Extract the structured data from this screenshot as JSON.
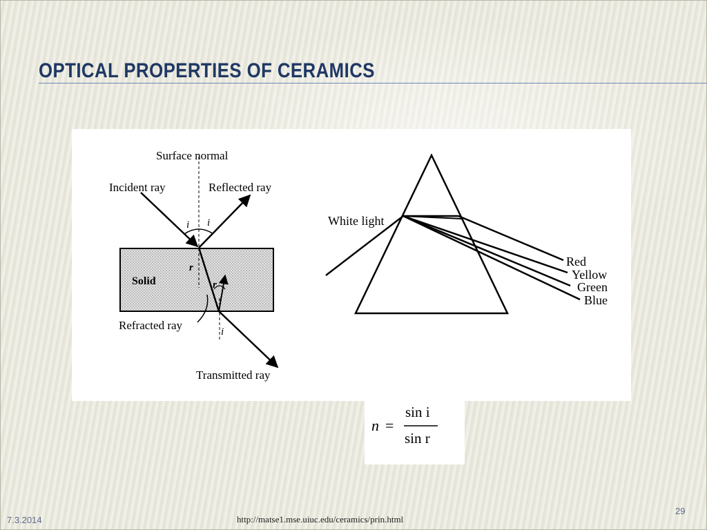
{
  "slide": {
    "title": "Optical Properties of Ceramics",
    "footer_date": "7.3.2014",
    "footer_url": "http://matse1.mse.uiuc.edu/ceramics/prin.html",
    "slide_number": "29"
  },
  "refraction_diagram": {
    "surface_normal": "Surface normal",
    "incident_ray": "Incident ray",
    "reflected_ray": "Reflected ray",
    "solid": "Solid",
    "refracted_ray": "Refracted ray",
    "transmitted_ray": "Transmitted ray",
    "angle_i": "i",
    "angle_r": "r"
  },
  "prism_diagram": {
    "white_light": "White light",
    "spectrum": [
      "Red",
      "Yellow",
      "Green",
      "Blue"
    ]
  },
  "equation": {
    "n": "n",
    "equals": "=",
    "numerator": "sin i",
    "denominator": "sin r"
  }
}
